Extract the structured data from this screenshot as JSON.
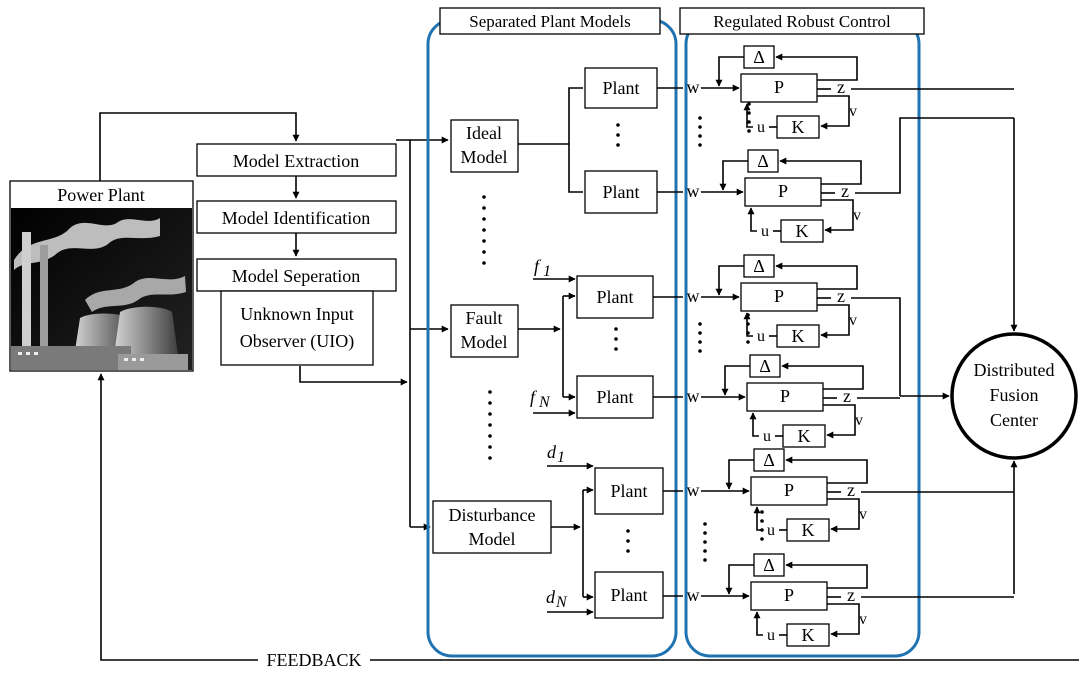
{
  "colors": {
    "panel_border": "#1f73b0",
    "line": "#000000"
  },
  "power_plant": {
    "title": "Power Plant",
    "image": "factory-with-smokestacks-and-cooling-towers"
  },
  "pipeline": {
    "extraction": "Model Extraction",
    "identification": "Model Identification",
    "separation": "Model Seperation",
    "uio_line1": "Unknown Input",
    "uio_line2": "Observer (UIO)"
  },
  "panels": {
    "separated": "Separated Plant Models",
    "regulated": "Regulated Robust Control"
  },
  "models": {
    "ideal_line1": "Ideal",
    "ideal_line2": "Model",
    "fault_line1": "Fault",
    "fault_line2": "Model",
    "disturbance_line1": "Disturbance",
    "disturbance_line2": "Model"
  },
  "plant_label": "Plant",
  "inputs": {
    "f1": "f",
    "f1_sub": "1",
    "fN": "f",
    "fN_sub": "N",
    "d1": "d",
    "d1_sub": "1",
    "dN": "d",
    "dN_sub": "N"
  },
  "control": {
    "delta": "Δ",
    "p": "P",
    "k": "K",
    "w": "w",
    "z": "z",
    "u": "u",
    "v": "v"
  },
  "ellipsis": ":",
  "fusion": {
    "line1": "Distributed",
    "line2": "Fusion",
    "line3": "Center"
  },
  "feedback": "FEEDBACK"
}
